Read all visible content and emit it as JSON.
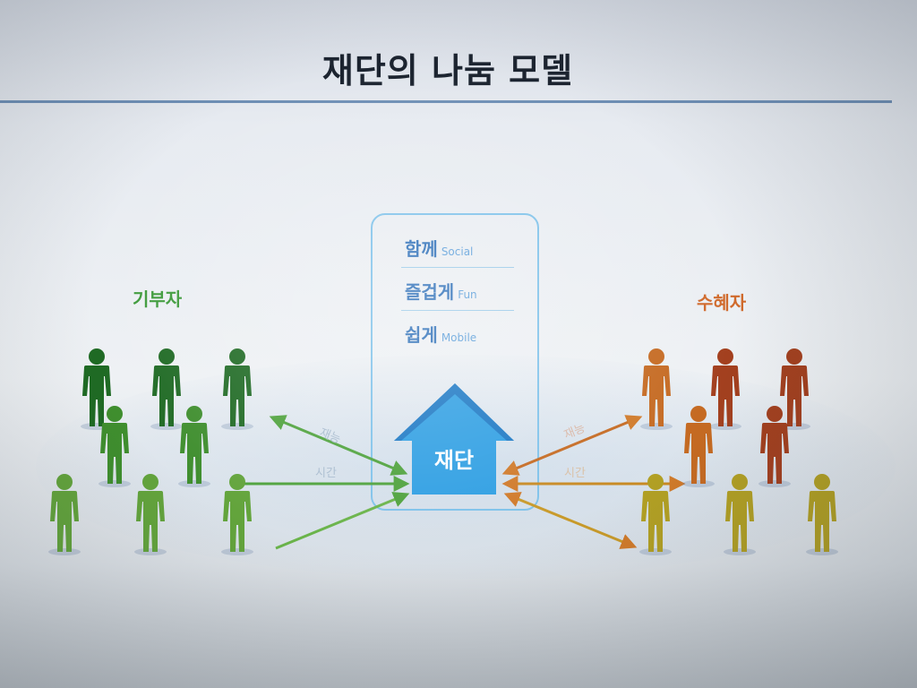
{
  "title": "재단의 나눔 모델",
  "donors_label": "기부자",
  "recipients_label": "수혜자",
  "hub_label": "재단",
  "values": [
    {
      "ko": "함께",
      "en": "Social"
    },
    {
      "ko": "즐겁게",
      "en": "Fun"
    },
    {
      "ko": "쉽게",
      "en": "Mobile"
    }
  ],
  "flow_labels": {
    "left_top": "재능",
    "left_mid": "시간",
    "right_top": "재능",
    "right_mid": "시간"
  },
  "colors": {
    "donor_dark": "#1f6a24",
    "donor_mid": "#3f8e2e",
    "donor_light": "#63a43c",
    "recipient_dark": "#a3401f",
    "recipient_mid": "#c56a22",
    "recipient_light": "#b2a024",
    "hub": "#2f9fe3",
    "hub_roof": "#1c78c4",
    "arrow_green": "#4ea23c",
    "arrow_orange": "#d07a2a"
  }
}
